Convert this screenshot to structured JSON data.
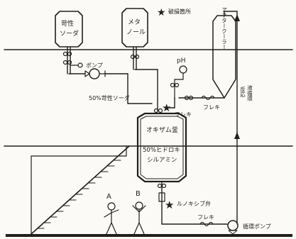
{
  "labels": {
    "tank1_line1": "苛性",
    "tank1_line2": "ソーダ",
    "tank2_line1": "メタ",
    "tank2_line2": "ノール",
    "leak_point_top": "破損箇所",
    "pump_left": "ポンプ",
    "naoh_pipe": "50%苛性ソーダ",
    "ph_meter": "pH",
    "cooler": "アフタークーラー",
    "flex_upper_left": "フレキ",
    "flex_upper_right": "フレキ",
    "reaction_line_1": "反応",
    "reaction_line_2": "液循環",
    "vessel_title": "オキザム釜",
    "vessel_contents_1": "50%ヒドロキ",
    "vessel_contents_2": "シルアミン",
    "bottom_valve": "ルノキシブ弁",
    "flex_bottom": "フレキ",
    "circ_pump": "循環ポンプ",
    "person_a": "A",
    "person_b": "B"
  },
  "colors": {
    "ink": "#1f1f1f",
    "paper": "#fbfaf6"
  }
}
